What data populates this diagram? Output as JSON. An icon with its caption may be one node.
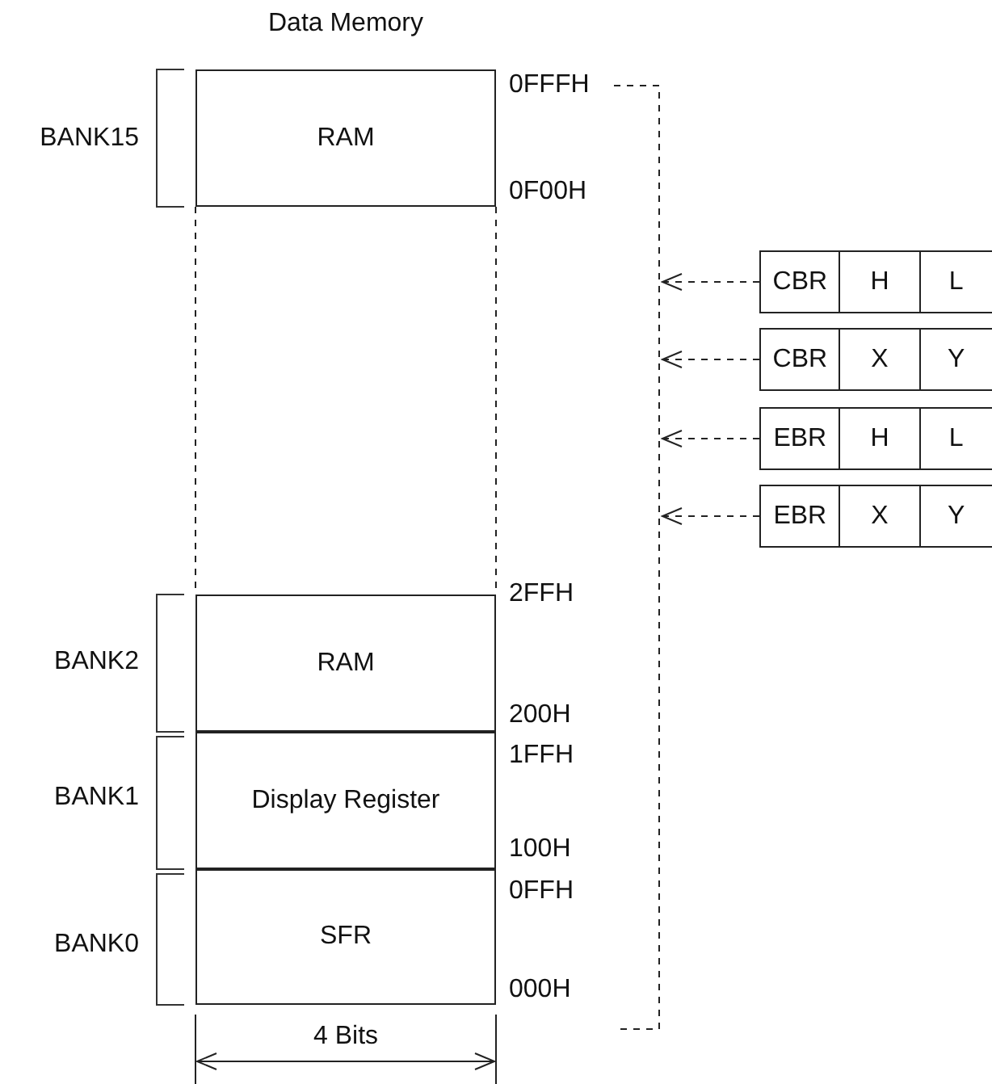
{
  "diagram": {
    "title": "Data Memory",
    "nodes": [
      {
        "text": [
          "RAM"
        ],
        "beside": [
          "BANK15",
          "0FFFH",
          "0F00H"
        ]
      },
      {
        "text": [
          "RAM"
        ],
        "beside": [
          "BANK2",
          "2FFH",
          "200H"
        ]
      },
      {
        "text": [
          "Display Register"
        ],
        "beside": [
          "BANK1",
          "1FFH",
          "100H"
        ]
      },
      {
        "text": [
          "SFR"
        ],
        "beside": [
          "BANK0",
          "0FFH",
          "000H"
        ]
      },
      {
        "text": [
          "CBR",
          "H",
          "L"
        ]
      },
      {
        "text": [
          "CBR",
          "X",
          "Y"
        ]
      },
      {
        "text": [
          "EBR",
          "H",
          "L"
        ]
      },
      {
        "text": [
          "EBR",
          "X",
          "Y"
        ]
      }
    ],
    "edges": [
      {
        "from": 4,
        "to": null,
        "arrow": "to",
        "style": "dashed"
      },
      {
        "from": 5,
        "to": null,
        "arrow": "to",
        "style": "dashed"
      },
      {
        "from": 6,
        "to": null,
        "arrow": "to",
        "style": "dashed"
      },
      {
        "from": 7,
        "to": null,
        "arrow": "to",
        "style": "dashed"
      }
    ],
    "labels": [
      "4 Bits"
    ]
  }
}
